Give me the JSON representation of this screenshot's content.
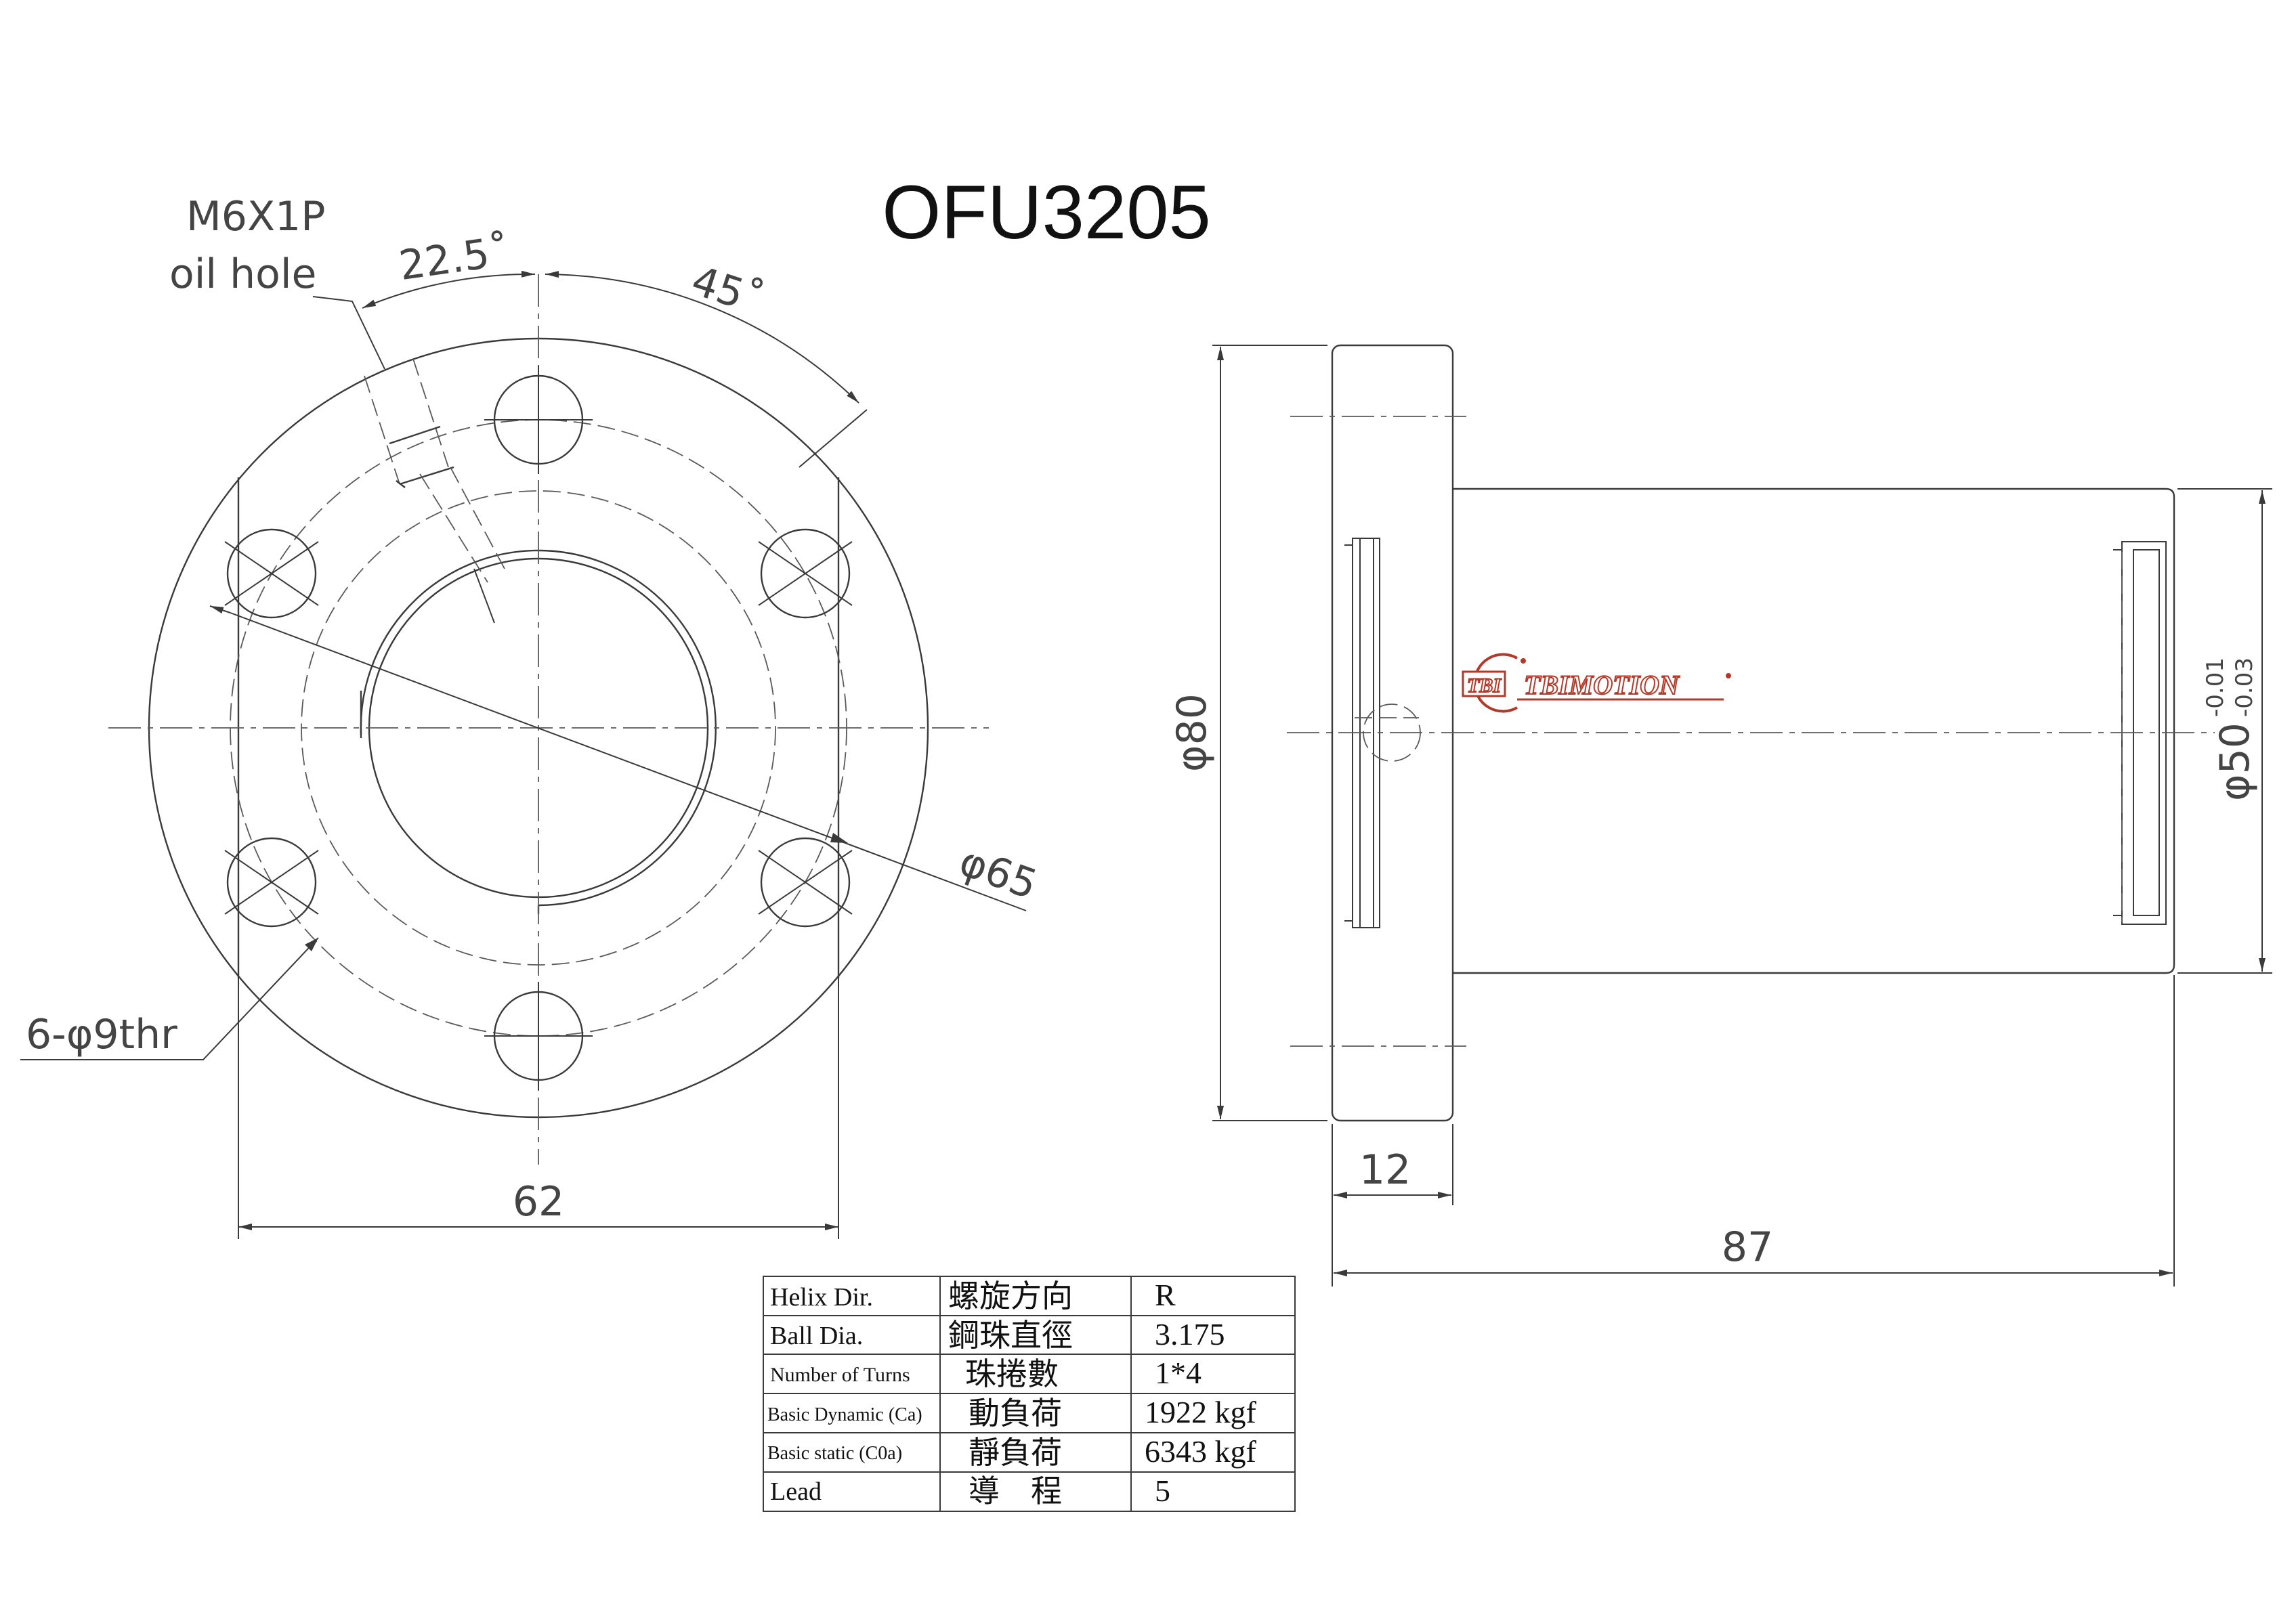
{
  "title": "OFU3205",
  "front_view": {
    "oil_hole_thread": "M6X1P",
    "oil_hole_label": "oil hole",
    "angle_oil_hole": "22.5˚",
    "angle_bolt": "45˚",
    "pcd": "φ65",
    "bolt_holes": "6-φ9thr",
    "flat_width": "62"
  },
  "side_view": {
    "flange_dia": "φ80",
    "body_dia": "φ50",
    "body_tol_upper": "-0.01",
    "body_tol_lower": "-0.03",
    "flange_thickness": "12",
    "total_length": "87"
  },
  "logo": {
    "badge": "TBI",
    "brand": "TBIMOTION"
  },
  "spec_table": [
    {
      "en": "Helix  Dir.",
      "zh": "螺旋方向",
      "value": "R"
    },
    {
      "en": "Ball Dia.",
      "zh": "鋼珠直徑",
      "value": "3.175"
    },
    {
      "en": "Number of Turns",
      "zh": "珠捲數",
      "value": "1*4"
    },
    {
      "en": "Basic Dynamic (Ca)",
      "zh": "動負荷",
      "value": "1922  kgf"
    },
    {
      "en": "Basic static (C0a)",
      "zh": "靜負荷",
      "value": "6343  kgf"
    },
    {
      "en": "Lead",
      "zh": "導    程",
      "value": "5"
    }
  ],
  "colors": {
    "line": "#3a3a3a",
    "logo": "#b33a2a"
  }
}
